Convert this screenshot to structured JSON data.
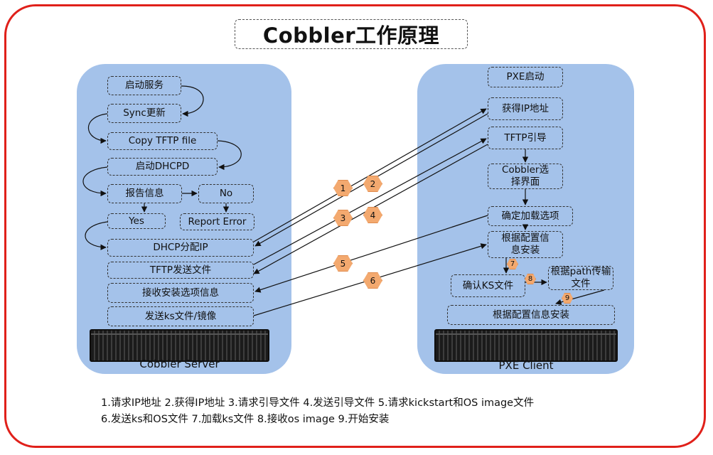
{
  "title": "Cobbler工作原理",
  "server": {
    "label": "Cobbler Server",
    "steps": {
      "start_service": "启动服务",
      "sync": "Sync更新",
      "copy_tftp": "Copy TFTP file",
      "start_dhcpd": "启动DHCPD",
      "report": "报告信息",
      "no": "No",
      "yes": "Yes",
      "report_error": "Report Error",
      "dhcp_assign": "DHCP分配IP",
      "tftp_send": "TFTP发送文件",
      "receive_options": "接收安装选项信息",
      "send_ks": "发送ks文件/镜像"
    }
  },
  "client": {
    "label": "PXE Client",
    "steps": {
      "pxe_boot": "PXE启动",
      "get_ip": "获得IP地址",
      "tftp_boot": "TFTP引导",
      "cobbler_menu": "Cobbler选择界面",
      "confirm_options": "确定加载选项",
      "install_by_config_a": "根据配置信息安装",
      "confirm_ks": "确认KS文件",
      "transfer_by_path": "根据path传输文件",
      "install_by_config_b": "根据配置信息安装"
    }
  },
  "badges": {
    "b1": "1",
    "b2": "2",
    "b3": "3",
    "b4": "4",
    "b5": "5",
    "b6": "6",
    "b7": "7",
    "b8": "8",
    "b9": "9"
  },
  "legend": {
    "line1": "1.请求IP地址 2.获得IP地址 3.请求引导文件 4.发送引导文件 5.请求kickstart和OS image文件",
    "line2": "6.发送ks和OS文件 7.加载ks文件 8.接收os image 9.开始安装"
  }
}
